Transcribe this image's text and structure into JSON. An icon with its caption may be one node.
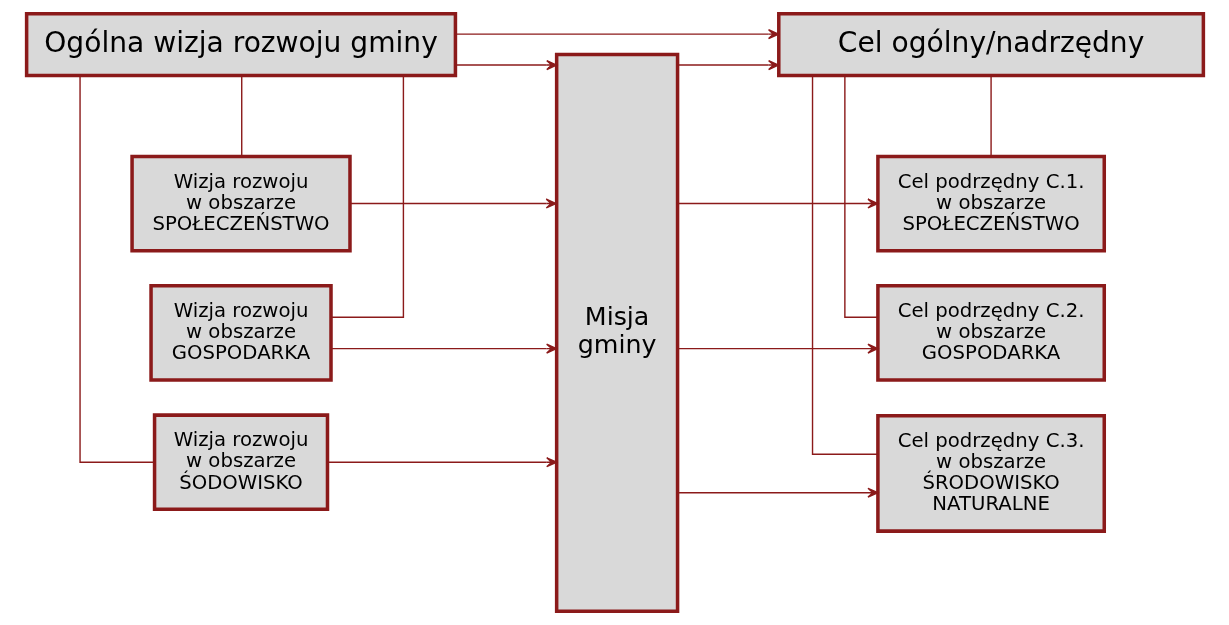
{
  "diagram": {
    "nodes": [
      {
        "text": [
          "Ogólna wizja rozwoju gminy"
        ]
      },
      {
        "text": [
          "Cel ogólny/nadrzędny"
        ]
      },
      {
        "text": [
          "Wizja rozwoju w obszarze SPOŁECZEŃSTWO"
        ]
      },
      {
        "text": [
          "Wizja rozwoju w obszarze GOSPODARKA"
        ]
      },
      {
        "text": [
          "Wizja rozwoju w obszarze ŚODOWISKO"
        ]
      },
      {
        "text": [
          "Misja gminy"
        ]
      },
      {
        "text": [
          "Cel podrzędny C.1. w obszarze SPOŁECZEŃSTWO"
        ]
      },
      {
        "text": [
          "Cel podrzędny C.2. w obszarze GOSPODARKA"
        ]
      },
      {
        "text": [
          "Cel podrzędny C.3. w obszarze ŚRODOWISKO NATURALNE"
        ]
      }
    ],
    "edges": [
      {
        "from": 0,
        "to": 1,
        "arrow": "to"
      },
      {
        "from": 0,
        "to": 5,
        "arrow": "to"
      },
      {
        "from": 0,
        "to": 2,
        "arrow": "none"
      },
      {
        "from": 0,
        "to": 3,
        "arrow": "none"
      },
      {
        "from": 0,
        "to": 4,
        "arrow": "none"
      },
      {
        "from": 2,
        "to": 5,
        "arrow": "to"
      },
      {
        "from": 3,
        "to": 5,
        "arrow": "to"
      },
      {
        "from": 4,
        "to": 5,
        "arrow": "to"
      },
      {
        "from": 5,
        "to": 1,
        "arrow": "to"
      },
      {
        "from": 5,
        "to": 6,
        "arrow": "to"
      },
      {
        "from": 5,
        "to": 7,
        "arrow": "to"
      },
      {
        "from": 5,
        "to": 8,
        "arrow": "to"
      },
      {
        "from": 1,
        "to": 6,
        "arrow": "none"
      },
      {
        "from": 1,
        "to": 7,
        "arrow": "none"
      },
      {
        "from": 1,
        "to": 8,
        "arrow": "none"
      }
    ]
  }
}
